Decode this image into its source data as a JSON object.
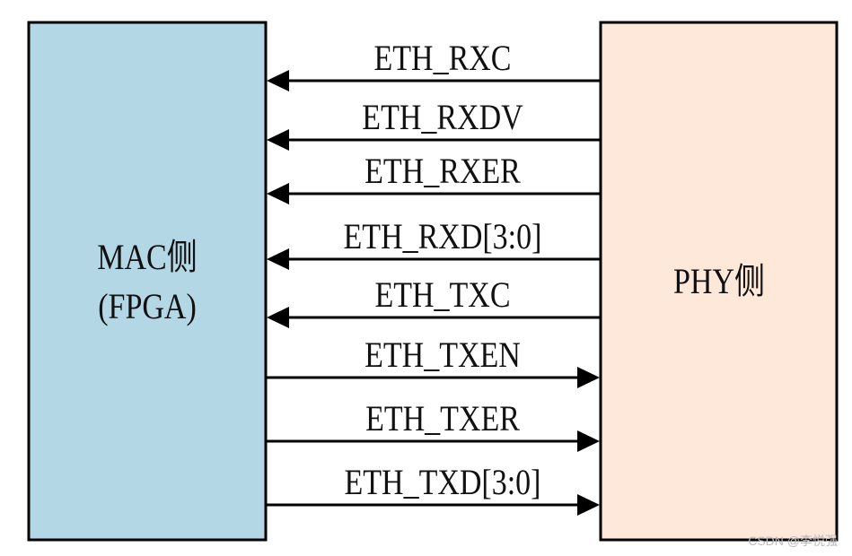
{
  "mac_block": {
    "line1": "MAC侧",
    "line2": "(FPGA)",
    "color": "#b4d7e6"
  },
  "phy_block": {
    "label": "PHY侧",
    "color": "#fde8da"
  },
  "signals": [
    {
      "name": "ETH_RXC",
      "direction": "phy-to-mac"
    },
    {
      "name": "ETH_RXDV",
      "direction": "phy-to-mac"
    },
    {
      "name": "ETH_RXER",
      "direction": "phy-to-mac"
    },
    {
      "name": "ETH_RXD[3:0]",
      "direction": "phy-to-mac"
    },
    {
      "name": "ETH_TXC",
      "direction": "phy-to-mac"
    },
    {
      "name": "ETH_TXEN",
      "direction": "mac-to-phy"
    },
    {
      "name": "ETH_TXER",
      "direction": "mac-to-phy"
    },
    {
      "name": "ETH_TXD[3:0]",
      "direction": "mac-to-phy"
    }
  ],
  "watermark": "CSDN @李悦强"
}
